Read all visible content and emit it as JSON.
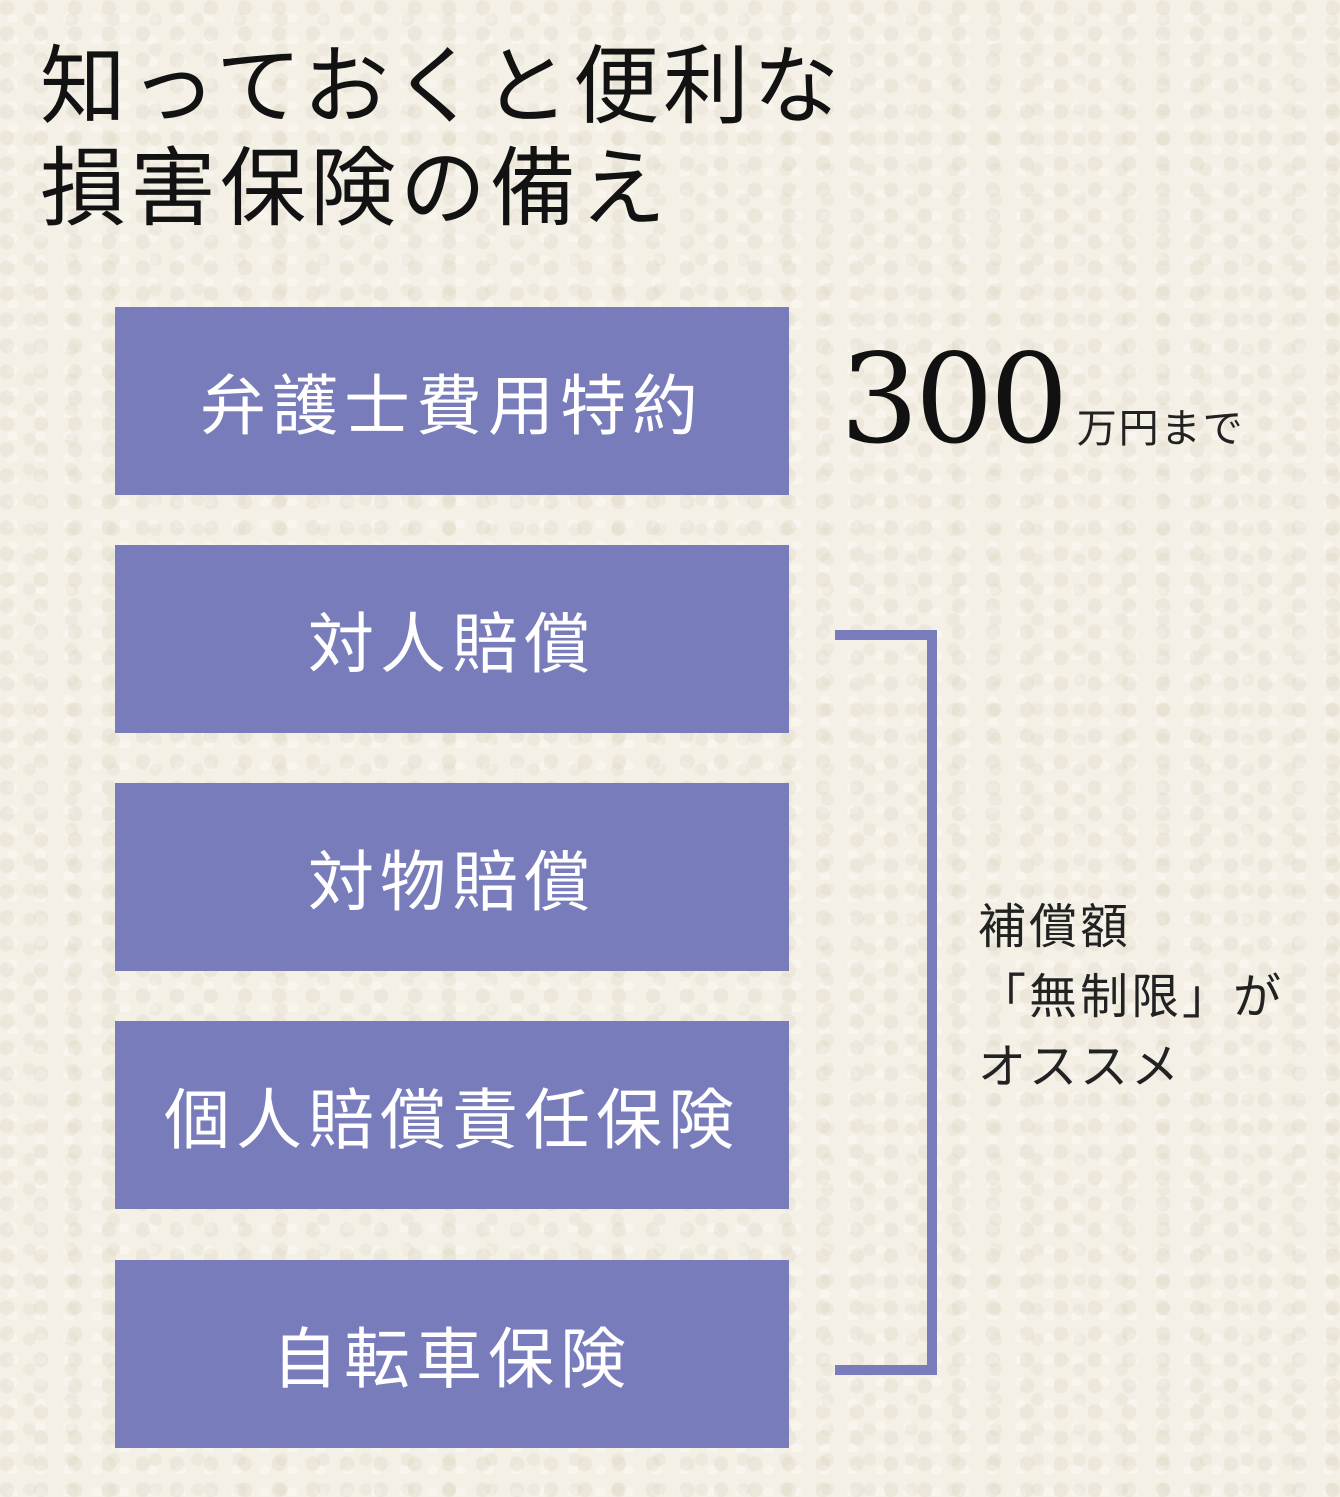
{
  "title": {
    "line1": "知っておくと便利な",
    "line2": "損害保険の備え"
  },
  "items": [
    {
      "label": "弁護士費用特約"
    },
    {
      "label": "対人賠償"
    },
    {
      "label": "対物賠償"
    },
    {
      "label": "個人賠償責任保険"
    },
    {
      "label": "自転車保険"
    }
  ],
  "lawyer_limit": {
    "amount": "300",
    "unit": "万円まで"
  },
  "recommendation": {
    "line1": "補償額",
    "line2": "「無制限」が",
    "line3": "オススメ"
  },
  "colors": {
    "box": "#787cba",
    "box_text": "#ffffff",
    "background": "#f4f0e6",
    "text": "#111111"
  }
}
